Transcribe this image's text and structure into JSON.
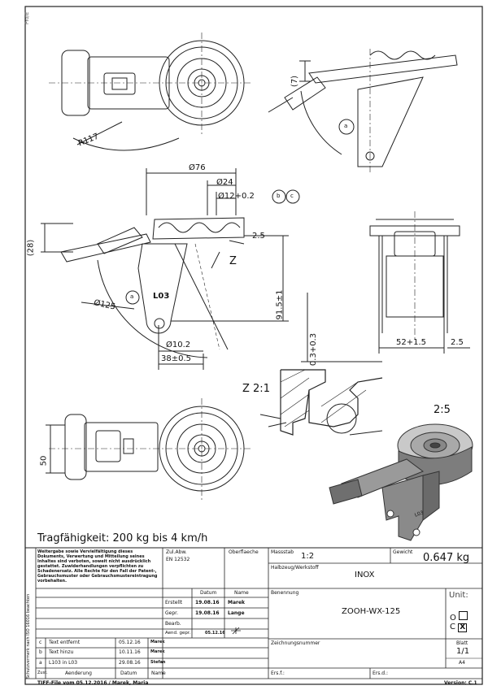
{
  "side_label": "Pro/E",
  "dimensions": {
    "r117": "R117",
    "d7": "(7)",
    "label_a": "a",
    "d76": "Ø76",
    "d24": "Ø24",
    "d12": "Ø12+0.2",
    "label_b": "b",
    "label_c": "c",
    "d28": "(28)",
    "d25": "2.5",
    "z": "Z",
    "d915": "91.5±1",
    "d125": "Ø125",
    "l03_main": "L03",
    "d102": "Ø10.2",
    "d38": "38±0.5",
    "d03": "0.3+0.3",
    "d52": "52+1.5",
    "d25b": "2.5",
    "z21": "Z 2:1",
    "d50": "50",
    "scale25": "2:5",
    "l03_iso": "L03"
  },
  "capacity": "Tragfähigkeit: 200 kg bis 4 km/h",
  "legal_note": "Weitergabe sowie Vervielfältigung dieses Dokuments, Verwertung und Mitteilung seines Inhaltes sind verboten, soweit nicht ausdrücklich gestattet. Zuwiderhandlungen verpflichten zu Schadenersatz. Alle Rechte für den Fall der Patent-, Gebrauchsmuster oder Gebrauchsmustereintragung vorbehalten.",
  "side_protection": "Schutzvermerk nach ISO 16016 beachten",
  "title_block": {
    "zul_abw_label": "Zul.Abw.",
    "zul_abw_value": "EN 12532",
    "oberflaeche_label": "Oberflaeche",
    "massstab_label": "Massstab",
    "massstab_value": "1:2",
    "gewicht_label": "Gewicht",
    "gewicht_value": "0.647 kg",
    "halbzeug_label": "Halbzeug/Werkstoff",
    "halbzeug_value": "INOX",
    "datum_label": "Datum",
    "name_label": "Name",
    "benennung_label": "Benennung",
    "unit_label": "Unit:",
    "erstellt_label": "Erstellt",
    "erstellt_date": "19.08.16",
    "erstellt_name": "Marek",
    "gepr_label": "Gepr.",
    "gepr_date": "19.08.16",
    "gepr_name": "Lange",
    "bearb_label": "Bearb.",
    "aend_label": "Aend. gepr.",
    "aend_date": "05.12.16",
    "benennung_value": "ZOOH-WX-125",
    "unit_o": "O",
    "unit_c": "C",
    "unit_x": "X",
    "zeichnungsnummer_label": "Zeichnungsnummer",
    "blatt_label": "Blatt",
    "blatt_value": "1/1",
    "format_value": "A4",
    "ers_f_label": "Ers.f.:",
    "ers_d_label": "Ers.d.:",
    "zust_label": "Zust.",
    "aenderung_label": "Aenderung",
    "datum_col_label": "Datum",
    "name_col_label": "Name",
    "revisions": [
      {
        "zust": "c",
        "text": "Text entfernt",
        "date": "05.12.16",
        "name": "Marek"
      },
      {
        "zust": "b",
        "text": "Text hinzu",
        "date": "10.11.16",
        "name": "Marek"
      },
      {
        "zust": "a",
        "text": "L103 in L03",
        "date": "29.08.16",
        "name": "Stefan"
      }
    ]
  },
  "footer_left": "TIFF-File vom 05.12.2016 / Marek, Maria",
  "footer_right": "Version: C.1"
}
